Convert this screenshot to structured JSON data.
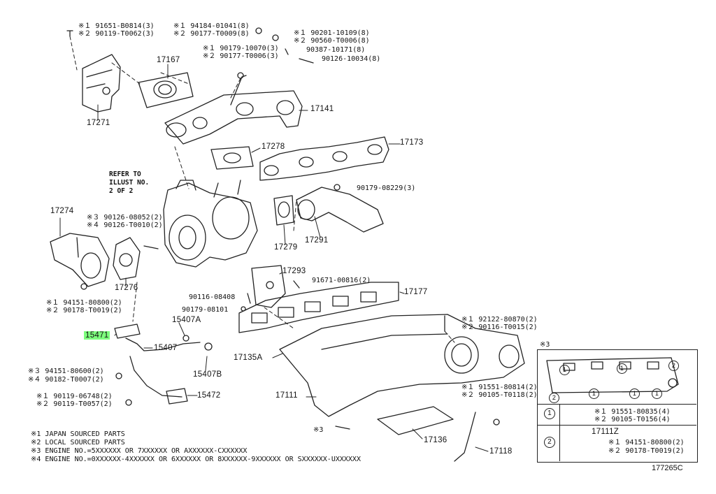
{
  "callouts": {
    "c1": [
      "※１ 91651-B0814(3)",
      "※２ 90119-T0062(3)"
    ],
    "c2": [
      "※１ 94184-01041(8)",
      "※２ 90177-T0009(8)"
    ],
    "c3": [
      "※１ 90201-10109(8)",
      "※２ 90560-T0006(8)"
    ],
    "c4": [
      "※１ 90179-10070(3)",
      "※２ 90177-T0006(3)"
    ],
    "c5": "90387-10171(8)",
    "c6": "90126-10034(8)",
    "c7": "90179-08229(3)",
    "c8": [
      "※３ 90126-08052(2)",
      "※４ 90126-T0010(2)"
    ],
    "c9": [
      "※１ 94151-80800(2)",
      "※２ 90178-T0019(2)"
    ],
    "c10": "91671-00816(2)",
    "c11": "90116-08408",
    "c12": "90179-08101",
    "c13": [
      "※１ 92122-80870(2)",
      "※２ 90116-T0015(2)"
    ],
    "c14": [
      "※３ 94151-80600(2)",
      "※４ 90182-T0007(2)"
    ],
    "c15": [
      "※１ 90119-06748(2)",
      "※２ 90119-T0057(2)"
    ],
    "c16": [
      "※１ 91551-80814(2)",
      "※２ 90105-T0118(2)"
    ],
    "c17": "※3"
  },
  "parts": {
    "p17271": "17271",
    "p17167": "17167",
    "p17141": "17141",
    "p17278": "17278",
    "p17173": "17173",
    "p17274": "17274",
    "p17276": "17276",
    "p17279": "17279",
    "p17291": "17291",
    "p17293": "17293",
    "p17177": "17177",
    "p15471": "15471",
    "p15407A": "15407A",
    "p15407": "15407",
    "p15407B": "15407B",
    "p15472": "15472",
    "p17135A": "17135A",
    "p17111": "17111",
    "p17136": "17136",
    "p17118": "17118"
  },
  "refer_note": [
    "REFER TO",
    "ILLUST NO.",
    "2 OF 2"
  ],
  "inset": {
    "title": "※3",
    "row1_marker": "1",
    "row1_lines": [
      "※１ 91551-80835(4)",
      "※２ 90105-T0156(4)"
    ],
    "row2_marker": "2",
    "row2_part": "17111Z",
    "row2_lines": [
      "※１ 94151-80800(2)",
      "※２ 90178-T0019(2)"
    ],
    "marker1": "1",
    "marker2": "2"
  },
  "legend": [
    "※1 JAPAN SOURCED PARTS",
    "※2 LOCAL SOURCED PARTS",
    "※3 ENGINE NO.=5XXXXXX OR 7XXXXXX OR AXXXXXX-CXXXXXX",
    "※4 ENGINE NO.=0XXXXXX-4XXXXXX OR 6XXXXXX OR 8XXXXXX-9XXXXXX OR SXXXXXX-UXXXXXX"
  ],
  "illustration_code": "177265C",
  "colors": {
    "highlight": "#7dff7d",
    "line": "#222222"
  }
}
